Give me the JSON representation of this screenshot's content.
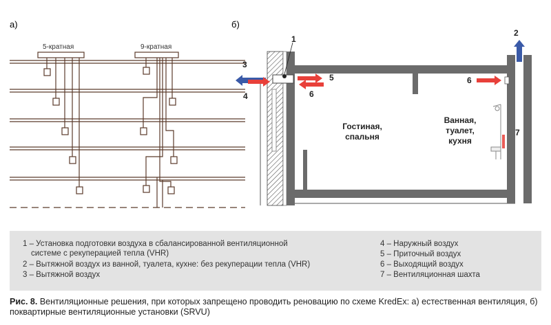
{
  "panel_a": {
    "label": "а)",
    "group_5_label": "5-кратная",
    "group_9_label": "9-кратная"
  },
  "panel_b": {
    "label": "б)",
    "living_room_line1": "Гостиная,",
    "living_room_line2": "спальня",
    "bathroom_line1": "Ванная,",
    "bathroom_line2": "туалет,",
    "bathroom_line3": "кухня",
    "markers": {
      "m1": "1",
      "m2": "2",
      "m3": "3",
      "m4": "4",
      "m5": "5",
      "m6a": "6",
      "m6b": "6",
      "m7": "7"
    },
    "colors": {
      "supply": "#e8403a",
      "exhaust": "#3a5aa8",
      "wall": "#6b6b6b"
    }
  },
  "legend": {
    "left": [
      "1 – Установка подготовки воздуха в сбалансированной вентиляционной",
      "системе с рекуперацией тепла (VHR)",
      "2 – Вытяжной воздух из ванной, туалета, кухне: без рекуперации тепла (VHR)",
      "3 – Вытяжной воздух"
    ],
    "right": [
      "4 – Наружный воздух",
      "5 – Приточный воздух",
      "6 – Выходящий воздух",
      "7 – Вентиляционная шахта"
    ]
  },
  "caption": {
    "bold": "Рис. 8.",
    "text": " Вентиляционные решения, при которых запрещено проводить реновацию по схеме KredEx: а) естественная вентиляция, б) поквартирные вентиляционные установки (SRVU)"
  }
}
